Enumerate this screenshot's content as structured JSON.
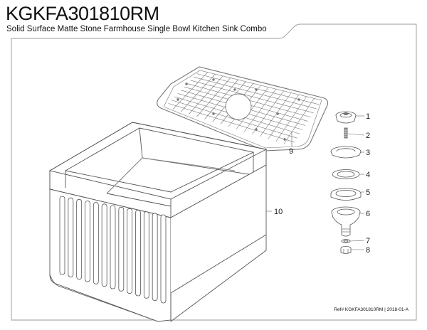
{
  "header": {
    "model_number": "KGKFA301810RM",
    "description": "Solid Surface Matte Stone Farmhouse Single Bowl Kitchen Sink Combo"
  },
  "footer": {
    "reference": "Ref# KGKFA301810RM | 2018-01-A"
  },
  "callouts": [
    "1",
    "2",
    "3",
    "4",
    "5",
    "6",
    "7",
    "8",
    "9",
    "10"
  ],
  "colors": {
    "line": "#555555",
    "border": "#999999"
  }
}
